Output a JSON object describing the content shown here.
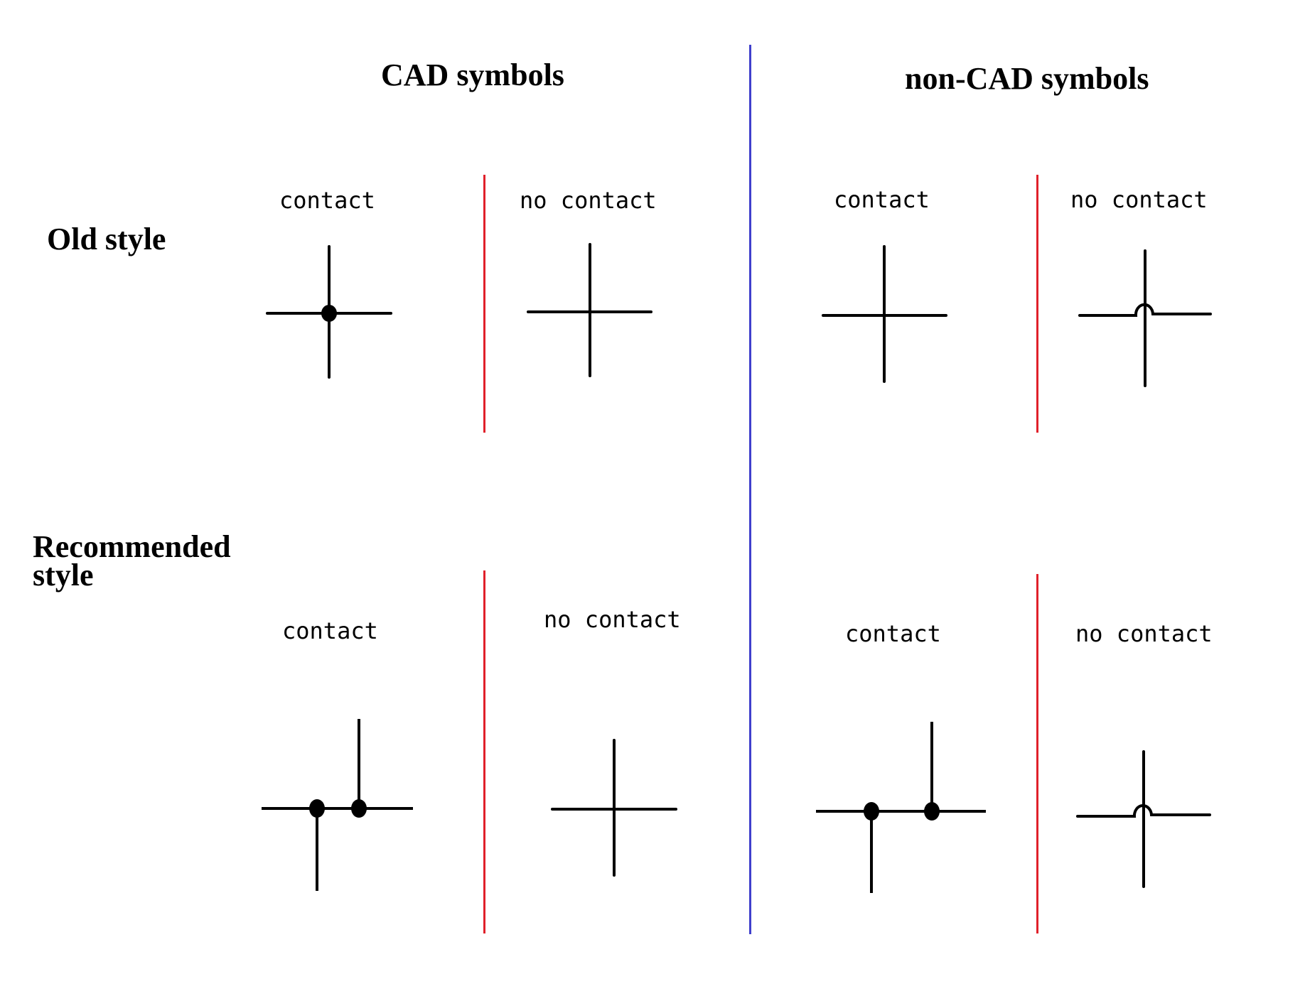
{
  "headings": {
    "cad": "CAD symbols",
    "non_cad": "non-CAD symbols"
  },
  "rows": {
    "old": "Old style",
    "recommended_line1": "Recommended",
    "recommended_line2": "style"
  },
  "labels": {
    "contact": "contact",
    "no_contact": "no contact"
  },
  "cells": [
    {
      "row": "old",
      "group": "cad",
      "label": "contact",
      "junction": "dot-cross"
    },
    {
      "row": "old",
      "group": "cad",
      "label": "no contact",
      "junction": "plain-cross"
    },
    {
      "row": "old",
      "group": "non_cad",
      "label": "contact",
      "junction": "plain-cross"
    },
    {
      "row": "old",
      "group": "non_cad",
      "label": "no contact",
      "junction": "hop-cross"
    },
    {
      "row": "recommended",
      "group": "cad",
      "label": "contact",
      "junction": "offset-tees-dots"
    },
    {
      "row": "recommended",
      "group": "cad",
      "label": "no contact",
      "junction": "plain-cross"
    },
    {
      "row": "recommended",
      "group": "non_cad",
      "label": "contact",
      "junction": "offset-tees-dots"
    },
    {
      "row": "recommended",
      "group": "non_cad",
      "label": "no contact",
      "junction": "hop-cross"
    }
  ],
  "colors": {
    "group_divider": "#4040cc",
    "cell_divider": "#e0202a",
    "wire": "#000000"
  }
}
